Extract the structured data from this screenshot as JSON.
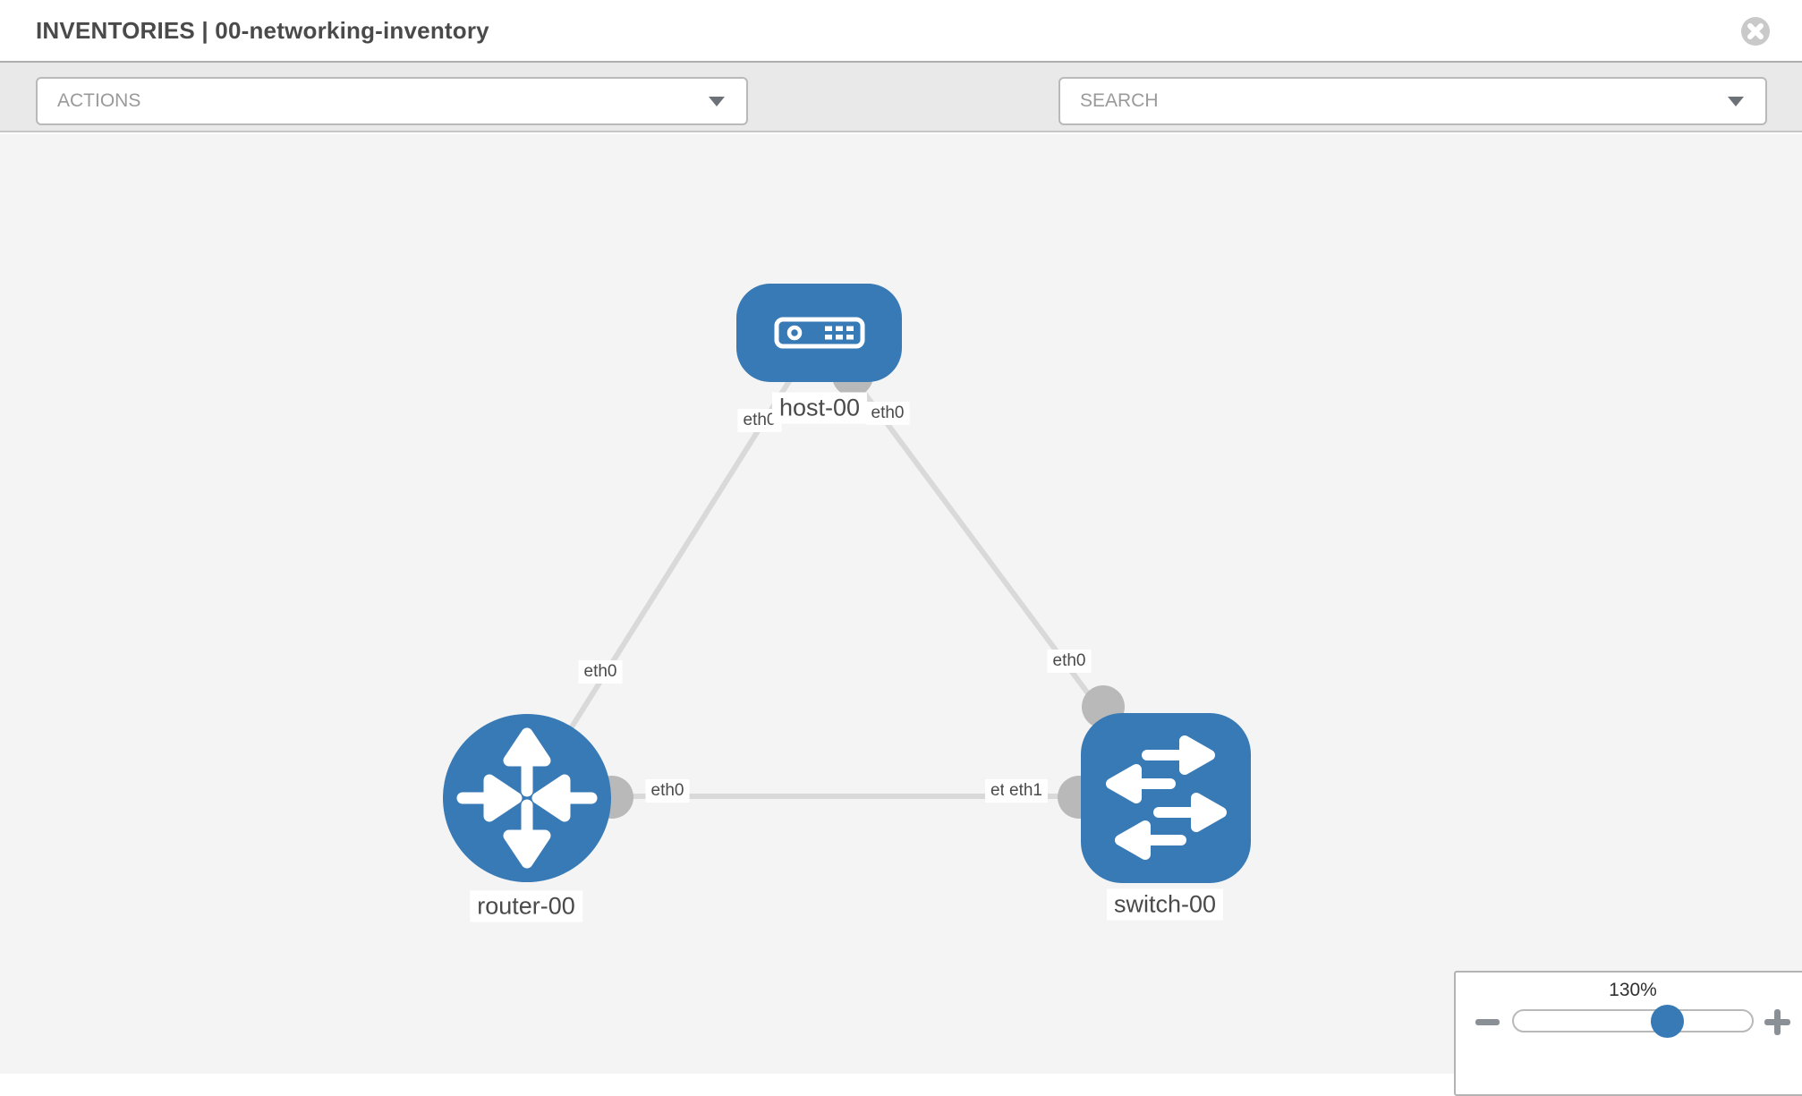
{
  "header": {
    "title": "INVENTORIES | 00-networking-inventory"
  },
  "toolbar": {
    "actions_label": "ACTIONS",
    "search_label": "SEARCH"
  },
  "topology": {
    "nodes": [
      {
        "id": "host-00",
        "type": "host",
        "label": "host-00"
      },
      {
        "id": "router-00",
        "type": "router",
        "label": "router-00"
      },
      {
        "id": "switch-00",
        "type": "switch",
        "label": "switch-00"
      }
    ],
    "links": [
      {
        "from": "host-00",
        "to": "router-00",
        "from_interface": "eth0",
        "to_interface": "eth0"
      },
      {
        "from": "host-00",
        "to": "switch-00",
        "from_interface": "eth0",
        "to_interface": "eth0"
      },
      {
        "from": "router-00",
        "to": "switch-00",
        "from_interface": "eth0",
        "to_interface": "eth1",
        "to_interface_underlay": "eth0"
      }
    ]
  },
  "zoom_control": {
    "level": "130%"
  },
  "colors": {
    "node_blue": "#377ab6",
    "link_gray": "#d9d9d9",
    "dot_gray": "#b9b9b9",
    "canvas_bg": "#f4f4f4",
    "toolbar_bg": "#e9e9e9"
  }
}
